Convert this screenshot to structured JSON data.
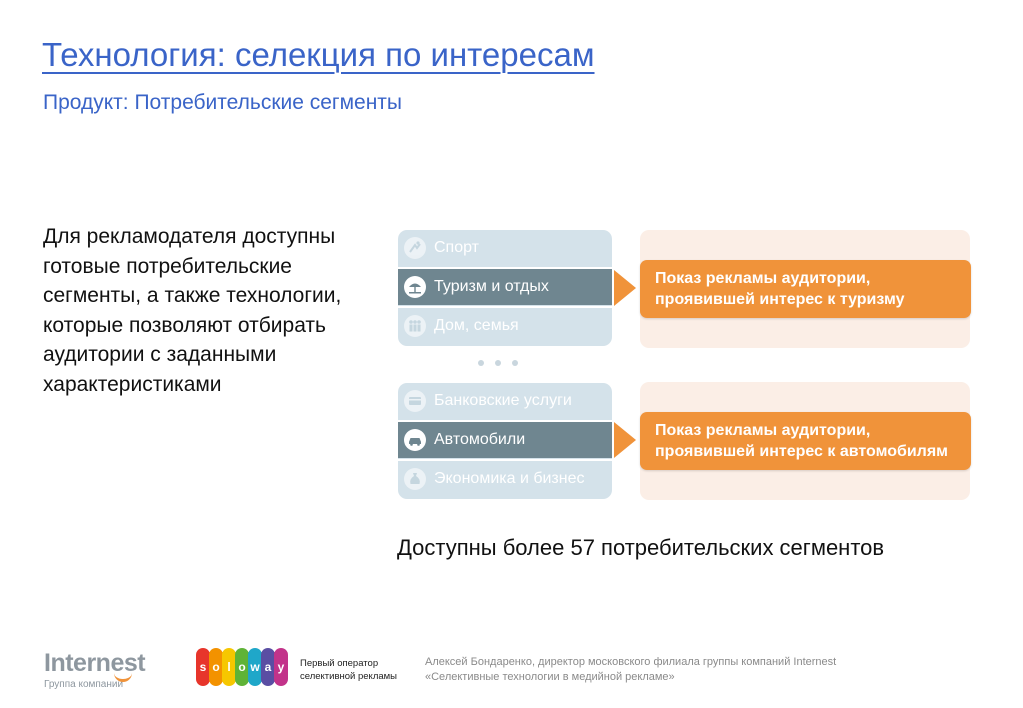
{
  "title": "Технология: селекция по интересам",
  "subtitle": "Продукт: Потребительские сегменты",
  "intro": "Для рекламодателя доступны готовые потребительские сегменты, а также технологии, которые позволяют отбирать аудитории с заданными характеристиками",
  "group1": {
    "segments": [
      {
        "label": "Спорт",
        "icon": "sport-icon",
        "active": false
      },
      {
        "label": "Туризм и отдых",
        "icon": "beach-icon",
        "active": true
      },
      {
        "label": "Дом, семья",
        "icon": "family-icon",
        "active": false
      }
    ],
    "callout": "Показ рекламы аудитории,\nпроявившей интерес к туризму"
  },
  "group2": {
    "segments": [
      {
        "label": "Банковские услуги",
        "icon": "bank-card-icon",
        "active": false
      },
      {
        "label": "Автомобили",
        "icon": "car-icon",
        "active": true
      },
      {
        "label": "Экономика и бизнес",
        "icon": "money-bag-icon",
        "active": false
      }
    ],
    "callout": "Показ рекламы аудитории,\nпроявившей интерес к автомобилям"
  },
  "available_text": "Доступны более 57 потребительских сегментов",
  "footer": {
    "internest_name": "Internest",
    "internest_sub": "Группа компаний",
    "soloway_letters": [
      "s",
      "o",
      "l",
      "o",
      "w",
      "a",
      "y"
    ],
    "soloway_colors": [
      "#e7352b",
      "#f39200",
      "#f6c700",
      "#5fb337",
      "#1fa7c9",
      "#5a4ea3",
      "#c2338a"
    ],
    "soloway_tag": "Первый оператор\nселективной рекламы",
    "author_line1": "Алексей Бондаренко, директор московского филиала группы компаний Internest",
    "author_line2": "«Селективные технологии в медийной рекламе»"
  },
  "colors": {
    "accent_blue": "#3a64c8",
    "orange": "#f0933a",
    "segment_bg": "#d4e2ea",
    "segment_active": "#6f8690",
    "panel_bg": "#fbeee6"
  }
}
